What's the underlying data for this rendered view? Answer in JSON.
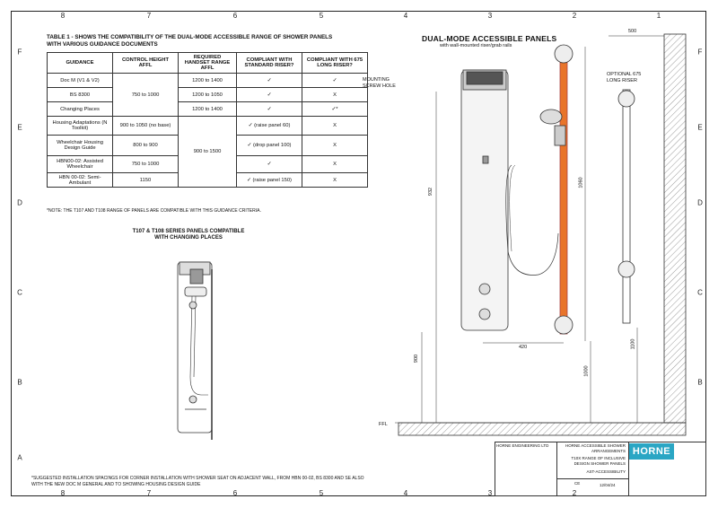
{
  "grid": {
    "columns": [
      "8",
      "7",
      "6",
      "5",
      "4",
      "3",
      "2",
      "1"
    ],
    "rows": [
      "F",
      "E",
      "D",
      "C",
      "B",
      "A"
    ]
  },
  "table": {
    "title": "TABLE 1 - SHOWS THE COMPATIBILITY OF THE DUAL-MODE ACCESSIBLE RANGE OF SHOWER PANELS WITH VARIOUS GUIDANCE DOCUMENTS",
    "headers": [
      "GUIDANCE",
      "CONTROL HEIGHT AFFL",
      "REQUIRED HANDSET RANGE AFFL",
      "COMPLIANT WITH STANDARD RISER?",
      "COMPLIANT WITH 675 LONG RISER?"
    ],
    "rows": [
      {
        "guidance": "Doc M (V1 & V2)",
        "handset": "1200 to 1400",
        "standard": "✓",
        "long": "✓"
      },
      {
        "guidance": "BS 8300",
        "handset": "1200 to 1050",
        "standard": "✓",
        "long": "X"
      },
      {
        "guidance": "Changing Places",
        "handset": "1200 to 1400",
        "standard": "✓",
        "long": "✓*"
      },
      {
        "guidance": "Housing Adaptations (N Toolkit)",
        "control": "900 to 1050 (no base)",
        "standard": "✓ (raise panel 60)",
        "long": "X"
      },
      {
        "guidance": "Wheelchair Housing Design Guide",
        "control": "800 to 900",
        "standard": "✓ (drop panel 100)",
        "long": "X"
      },
      {
        "guidance": "HBN00-02: Assisted Wheelchair",
        "control": "750 to 1000",
        "standard": "✓",
        "long": "X"
      },
      {
        "guidance": "HBN 00-02: Semi-Ambulant",
        "control": "1150",
        "standard": "✓ (raise panel 150)",
        "long": "X"
      }
    ],
    "merged_control": "750 to 1000",
    "merged_handset": "900 to 1500",
    "note": "*NOTE: THE T107 AND T108 RANGE OF PANELS ARE COMPATIBLE WITH THIS GUIDANCE CRITERIA."
  },
  "small_panel": {
    "title": "T107 & T108 SERIES PANELS COMPATIBLE WITH CHANGING PLACES"
  },
  "diagram": {
    "title": "DUAL-MODE ACCESSIBLE PANELS",
    "subtitle": "with wall-mounted riser/grab rails",
    "label_mounting": "MOUNTING SCREW HOLE",
    "label_optional": "OPTIONAL 675 LONG RISER",
    "label_ffl": "FFL",
    "dim_500": "500",
    "dim_932": "932",
    "dim_1060": "1060",
    "dim_420": "420",
    "dim_900": "900",
    "dim_1100": "1100",
    "dim_1000": "1000"
  },
  "footnote": "*SUGGESTED INSTALLATION SPACINGS FOR CORNER INSTALLATION WITH SHOWER SEAT ON ADJACENT WALL, FROM HBN 00-02, BS 8300 AND SE ALSO WITH THE NEW DOC M GENERAL AND TO SHOWING HOUSING DESIGN GUIDE",
  "title_block": {
    "company": "HORNE ENGINEERING LTD",
    "description": "HORNE ACCESSIBLE SHOWER ARRANGEMENTS",
    "product": "T10X RANGE OF INCLUSIVE DESIGN SHOWER PANELS",
    "drawing_number": "AST-ACCESSIBILITY",
    "scale": "CE",
    "date": "12/04/24",
    "logo": "HORNE",
    "brand_color": "#2aa6c4",
    "rail_color": "#e8742a"
  }
}
